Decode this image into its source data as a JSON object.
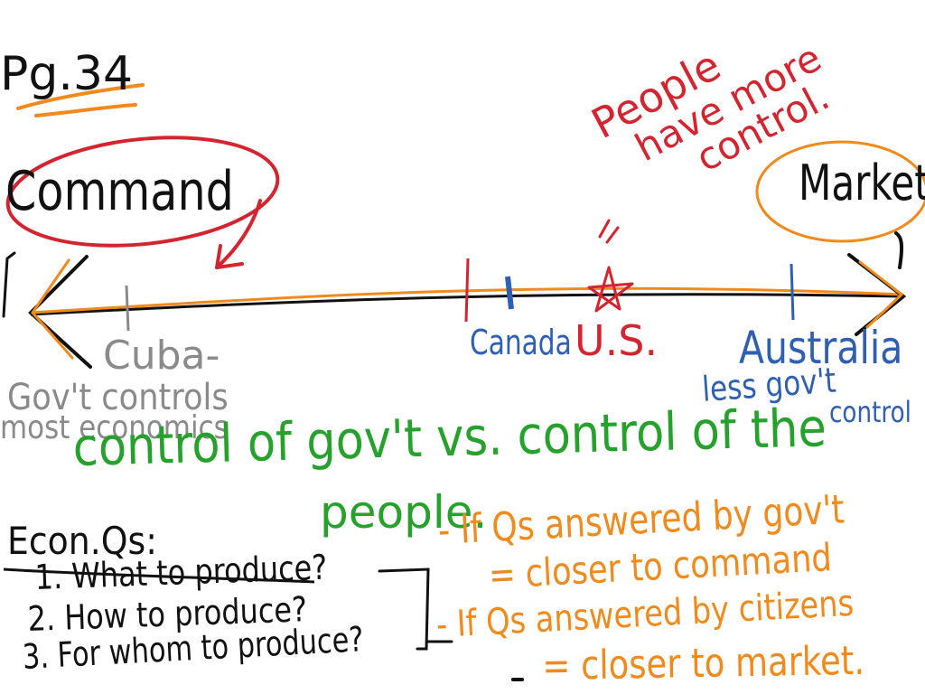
{
  "colors": {
    "black": "#111111",
    "red": "#d32430",
    "blue": "#2f5fb3",
    "grey": "#8a8a8a",
    "green": "#26a12b",
    "orange": "#f08a1c",
    "background": "#ffffff"
  },
  "page_ref": "Pg.34",
  "spectrum": {
    "left_label": "Command",
    "right_label": "Market",
    "red_note": [
      "People",
      "have more",
      "control."
    ],
    "markers": [
      {
        "country": "Cuba-",
        "note": [
          "Gov't controls",
          "most economics"
        ]
      },
      {
        "country": "Canada",
        "note": []
      },
      {
        "country": "U.S.",
        "note": []
      },
      {
        "country": "Australia",
        "note": [
          "less gov't",
          "control"
        ]
      }
    ]
  },
  "theme": [
    "control of gov't vs. control of the",
    "people."
  ],
  "econ_questions": {
    "heading": "Econ.Qs:",
    "items": [
      "1. What to produce?",
      "2. How to produce?",
      "3. For whom to produce?"
    ]
  },
  "rules": [
    {
      "condition": "- If Qs answered by gov't",
      "result": "= closer to command"
    },
    {
      "condition": "- If Qs answered by citizens",
      "result": "= closer to market."
    }
  ]
}
